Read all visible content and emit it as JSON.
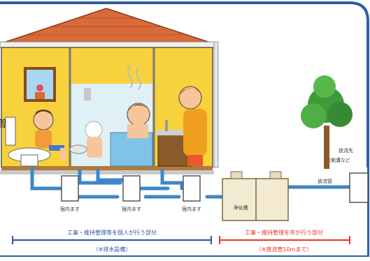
{
  "edge_glyph": "曽",
  "labels": {
    "inlet_1": "宿内ます",
    "inlet_2": "宿内ます",
    "inlet_3": "宿内ます",
    "septic_tank": "浄化槽",
    "discharge_dest": "放流先",
    "discharge_dest_sub": "(側溝など",
    "discharge_pipe": "放流管"
  },
  "spans": {
    "left_title": "工事・維持管理等を個人が行う部分",
    "left_note": "（※排水設備）",
    "right_title": "工事・維持管理を市が行う部分",
    "right_note": "（※放流管10mまで）"
  },
  "colors": {
    "left_span": "#2f52a8",
    "right_span": "#e8352a",
    "pipe": "#3f86c8",
    "house_wall": "#f7d23c",
    "roof": "#d96a3a",
    "frame": "#2e5ea8"
  }
}
